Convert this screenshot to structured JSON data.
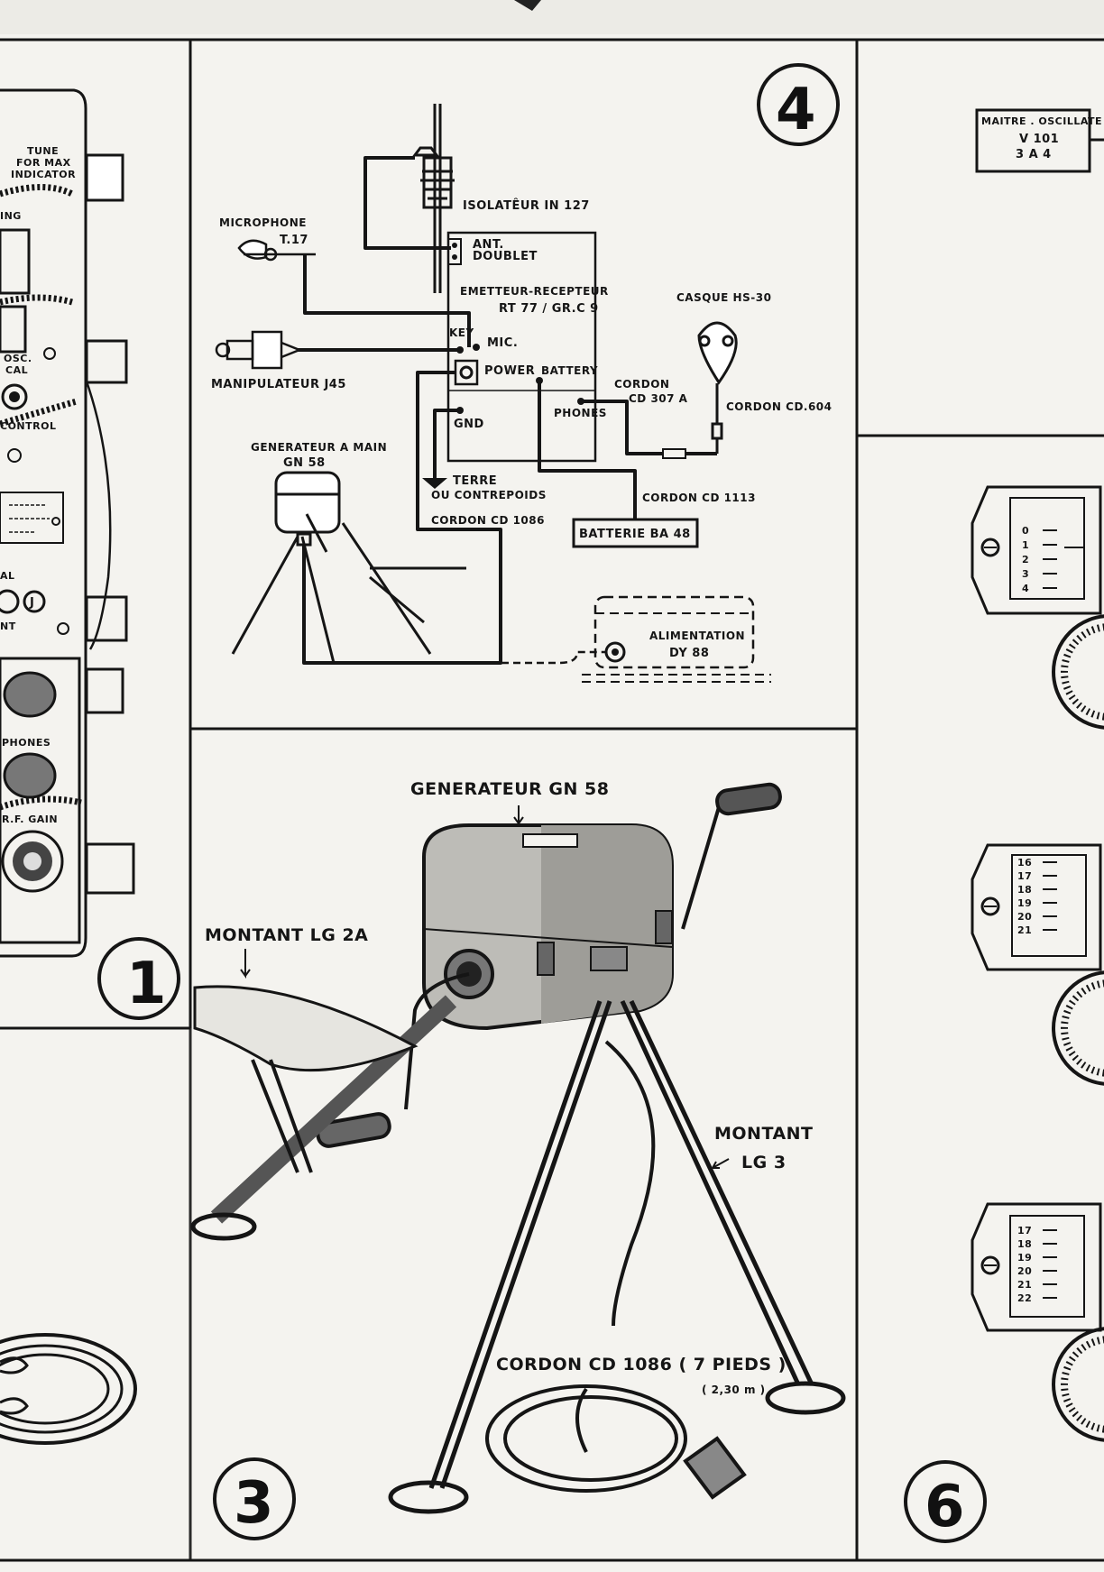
{
  "panels": {
    "panel1": {
      "number": "1",
      "labels": {
        "tune": "TUNE",
        "for_max": "FOR MAX",
        "indicator": "INDICATOR",
        "ing": "ING",
        "osc": "OSC.",
        "cal": "CAL",
        "contro": "CONTROL",
        "al": "AL",
        "ant": "NT",
        "j": "J",
        "phones": "PHONES",
        "rf_gain": "R.F. GAIN"
      }
    },
    "panel4": {
      "number": "4",
      "labels": {
        "microphone": "MICROPHONE",
        "t17": "T.17",
        "isolateur": "ISOLATÊUR  IN 127",
        "ant": "ANT.",
        "doublet": "DOUBLET",
        "emetteur": "EMETTEUR-RECEPTEUR",
        "rt77": "RT 77 / GR.C 9",
        "casque": "CASQUE  HS-30",
        "key": "KEY",
        "mic": "MIC.",
        "power": "POWER",
        "battery": "BATTERY",
        "manipulateur": "MANIPULATEUR   J45",
        "cordon_cd307": "CORDON",
        "cd307a": "CD 307 A",
        "phones": "PHONES",
        "cordon_cd604": "CORDON  CD.604",
        "gnd": "GND",
        "generateur_main": "GENERATEUR  A MAIN",
        "gn58": "GN  58",
        "terre": "TERRE",
        "contrepoids": "OU  CONTREPOIDS",
        "cordon_cd1113": "CORDON   CD 1113",
        "cordon_cd1086": "CORDON  CD 1086",
        "batterie": "BATTERIE  BA 48",
        "alimentation": "ALIMENTATION",
        "dy88": "DY 88"
      }
    },
    "panel3": {
      "number": "3",
      "labels": {
        "generateur": "GENERATEUR   GN 58",
        "montant_lg2a": "MONTANT  LG 2A",
        "montant": "MONTANT",
        "lg3": "LG 3",
        "cordon": "CORDON   CD 1086   ( 7 PIEDS )",
        "length": "( 2,30 m )"
      }
    },
    "panel6": {
      "number": "6",
      "labels": {
        "maitre": "MAITRE . OSCILLATE",
        "v101": "V 101",
        "3a4": "3 A 4"
      },
      "dial1": [
        "0",
        "1",
        "2",
        "3",
        "4"
      ],
      "dial2": [
        "16",
        "17",
        "18",
        "19",
        "20",
        "21"
      ],
      "dial3": [
        "17",
        "18",
        "19",
        "20",
        "21",
        "22"
      ]
    }
  }
}
